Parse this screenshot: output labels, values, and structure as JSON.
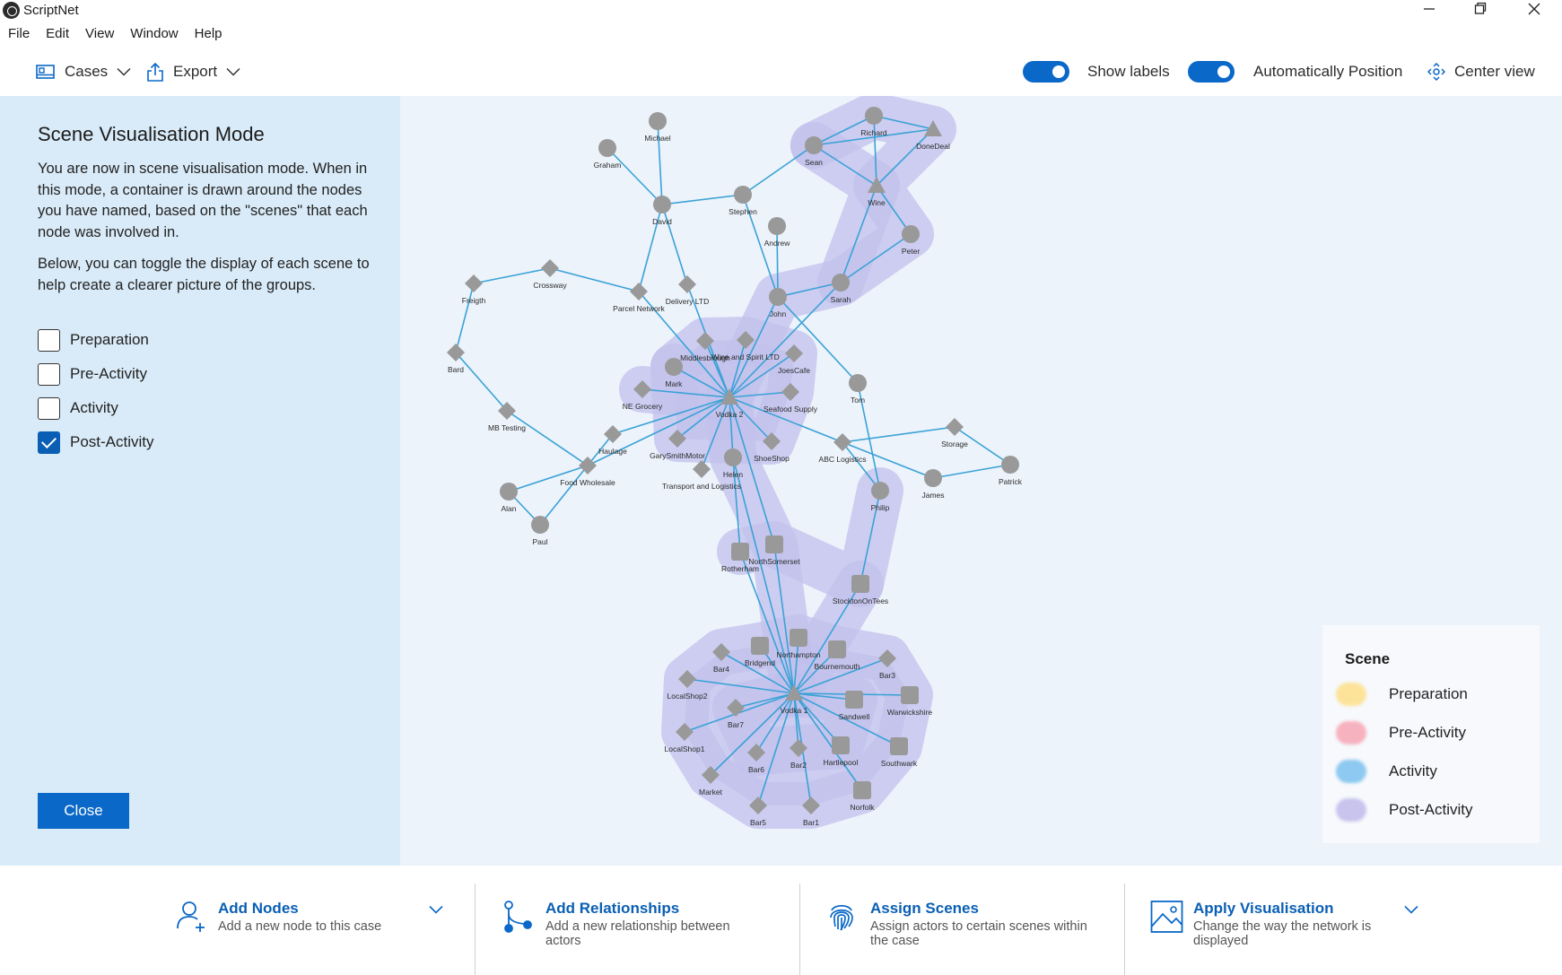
{
  "window": {
    "title": "ScriptNet",
    "controls": [
      "minimize",
      "restore",
      "close"
    ]
  },
  "menu": [
    "File",
    "Edit",
    "View",
    "Window",
    "Help"
  ],
  "toolbar": {
    "cases_label": "Cases",
    "export_label": "Export",
    "show_labels": {
      "label": "Show labels",
      "on": true
    },
    "auto_position": {
      "label": "Automatically Position",
      "on": true
    },
    "center_view_label": "Center view"
  },
  "panel": {
    "title": "Scene Visualisation Mode",
    "paragraph1": "You are now in scene visualisation mode. When in this mode, a container is drawn around the nodes you have named, based on the \"scenes\" that each node was involved in.",
    "paragraph2": "Below, you can toggle the display of each scene to help create a clearer picture of the groups.",
    "scenes": [
      {
        "label": "Preparation",
        "checked": false
      },
      {
        "label": "Pre-Activity",
        "checked": false
      },
      {
        "label": "Activity",
        "checked": false
      },
      {
        "label": "Post-Activity",
        "checked": true
      }
    ],
    "close_label": "Close"
  },
  "legend": {
    "title": "Scene",
    "items": [
      {
        "label": "Preparation",
        "color": "#fde39a"
      },
      {
        "label": "Pre-Activity",
        "color": "#f7b2bf"
      },
      {
        "label": "Activity",
        "color": "#8dc9f0"
      },
      {
        "label": "Post-Activity",
        "color": "#c8c4ee"
      }
    ]
  },
  "graph": {
    "colors": {
      "node": "#999999",
      "edge": "#3aa2d6",
      "label": "#2b2b2b",
      "hull": "#b9b8ea"
    },
    "nodes": [
      {
        "id": "Michael",
        "label": "Michael",
        "shape": "circle"
      },
      {
        "id": "Graham",
        "label": "Graham",
        "shape": "circle"
      },
      {
        "id": "David",
        "label": "David",
        "shape": "circle"
      },
      {
        "id": "Stephen",
        "label": "Stephen",
        "shape": "circle"
      },
      {
        "id": "Andrew",
        "label": "Andrew",
        "shape": "circle"
      },
      {
        "id": "Richard",
        "label": "Richard",
        "shape": "circle"
      },
      {
        "id": "DoneDeal",
        "label": "DoneDeal",
        "shape": "triangle"
      },
      {
        "id": "Sean",
        "label": "Sean",
        "shape": "circle"
      },
      {
        "id": "Wine",
        "label": "Wine",
        "shape": "triangle"
      },
      {
        "id": "Peter",
        "label": "Peter",
        "shape": "circle"
      },
      {
        "id": "Sarah",
        "label": "Sarah",
        "shape": "circle"
      },
      {
        "id": "John",
        "label": "John",
        "shape": "circle"
      },
      {
        "id": "Freigth",
        "label": "Freigth",
        "shape": "diamond"
      },
      {
        "id": "Crossway",
        "label": "Crossway",
        "shape": "diamond"
      },
      {
        "id": "ParcelNetwork",
        "label": "Parcel Network",
        "shape": "diamond"
      },
      {
        "id": "DeliveryLTD",
        "label": "Delivery LTD",
        "shape": "diamond"
      },
      {
        "id": "Middlesbrough",
        "label": "Middlesbrough",
        "shape": "diamond"
      },
      {
        "id": "WineSpirit",
        "label": "Wine and Spirit LTD",
        "shape": "diamond"
      },
      {
        "id": "JoesCafe",
        "label": "JoesCafe",
        "shape": "diamond"
      },
      {
        "id": "Mark",
        "label": "Mark",
        "shape": "circle"
      },
      {
        "id": "Bard",
        "label": "Bard",
        "shape": "diamond"
      },
      {
        "id": "NEGrocery",
        "label": "NE Grocery",
        "shape": "diamond"
      },
      {
        "id": "Vodka2",
        "label": "Vodka 2",
        "shape": "triangle"
      },
      {
        "id": "SeafoodSupply",
        "label": "Seafood Supply",
        "shape": "diamond"
      },
      {
        "id": "Tom",
        "label": "Tom",
        "shape": "circle"
      },
      {
        "id": "MBTesting",
        "label": "MB Testing",
        "shape": "diamond"
      },
      {
        "id": "Haulage",
        "label": "Haulage",
        "shape": "diamond"
      },
      {
        "id": "GarySmithMotor",
        "label": "GarySmithMotor",
        "shape": "diamond"
      },
      {
        "id": "ShoeShop",
        "label": "ShoeShop",
        "shape": "diamond"
      },
      {
        "id": "ABCLogistics",
        "label": "ABC Logistics",
        "shape": "diamond"
      },
      {
        "id": "Storage",
        "label": "Storage",
        "shape": "diamond"
      },
      {
        "id": "Helen",
        "label": "Helen",
        "shape": "circle"
      },
      {
        "id": "FoodWholesale",
        "label": "Food Wholesale",
        "shape": "diamond"
      },
      {
        "id": "TransportLogistics",
        "label": "Transport and Logistics",
        "shape": "diamond"
      },
      {
        "id": "James",
        "label": "James",
        "shape": "circle"
      },
      {
        "id": "Patrick",
        "label": "Patrick",
        "shape": "circle"
      },
      {
        "id": "Philip",
        "label": "Philip",
        "shape": "circle"
      },
      {
        "id": "Alan",
        "label": "Alan",
        "shape": "circle"
      },
      {
        "id": "Paul",
        "label": "Paul",
        "shape": "circle"
      },
      {
        "id": "Rotherham",
        "label": "Rotherham",
        "shape": "square"
      },
      {
        "id": "NorthSomerset",
        "label": "NorthSomerset",
        "shape": "square"
      },
      {
        "id": "StocktonOnTees",
        "label": "StocktonOnTees",
        "shape": "square"
      },
      {
        "id": "Bar4",
        "label": "Bar4",
        "shape": "diamond"
      },
      {
        "id": "Bridgend",
        "label": "Bridgend",
        "shape": "square"
      },
      {
        "id": "Northampton",
        "label": "Northampton",
        "shape": "square"
      },
      {
        "id": "Bournemouth",
        "label": "Bournemouth",
        "shape": "square"
      },
      {
        "id": "Bar3",
        "label": "Bar3",
        "shape": "diamond"
      },
      {
        "id": "LocalShop2",
        "label": "LocalShop2",
        "shape": "diamond"
      },
      {
        "id": "Vodka1",
        "label": "Vodka 1",
        "shape": "triangle"
      },
      {
        "id": "Sandwell",
        "label": "Sandwell",
        "shape": "square"
      },
      {
        "id": "Warwickshire",
        "label": "Warwickshire",
        "shape": "square"
      },
      {
        "id": "Bar7",
        "label": "Bar7",
        "shape": "diamond"
      },
      {
        "id": "LocalShop1",
        "label": "LocalShop1",
        "shape": "diamond"
      },
      {
        "id": "Bar6",
        "label": "Bar6",
        "shape": "diamond"
      },
      {
        "id": "Bar2",
        "label": "Bar2",
        "shape": "diamond"
      },
      {
        "id": "Hartlepool",
        "label": "Hartlepool",
        "shape": "square"
      },
      {
        "id": "Southwark",
        "label": "Southwark",
        "shape": "square"
      },
      {
        "id": "Market",
        "label": "Market",
        "shape": "diamond"
      },
      {
        "id": "Norfolk",
        "label": "Norfolk",
        "shape": "square"
      },
      {
        "id": "Bar5",
        "label": "Bar5",
        "shape": "diamond"
      },
      {
        "id": "Bar1",
        "label": "Bar1",
        "shape": "diamond"
      }
    ],
    "edges": [
      [
        "Michael",
        "David"
      ],
      [
        "Graham",
        "David"
      ],
      [
        "David",
        "Stephen"
      ],
      [
        "David",
        "ParcelNetwork"
      ],
      [
        "David",
        "DeliveryLTD"
      ],
      [
        "Stephen",
        "Sean"
      ],
      [
        "Stephen",
        "John"
      ],
      [
        "Andrew",
        "John"
      ],
      [
        "Sean",
        "Richard"
      ],
      [
        "Sean",
        "Wine"
      ],
      [
        "Richard",
        "DoneDeal"
      ],
      [
        "Sean",
        "DoneDeal"
      ],
      [
        "Richard",
        "Wine"
      ],
      [
        "DoneDeal",
        "Wine"
      ],
      [
        "Wine",
        "Peter"
      ],
      [
        "Wine",
        "Sarah"
      ],
      [
        "Peter",
        "Sarah"
      ],
      [
        "Sarah",
        "John"
      ],
      [
        "Sarah",
        "Vodka2"
      ],
      [
        "John",
        "Vodka2"
      ],
      [
        "John",
        "Tom"
      ],
      [
        "Freigth",
        "Crossway"
      ],
      [
        "Crossway",
        "ParcelNetwork"
      ],
      [
        "Freigth",
        "Bard"
      ],
      [
        "Bard",
        "MBTesting"
      ],
      [
        "MBTesting",
        "FoodWholesale"
      ],
      [
        "ParcelNetwork",
        "Vodka2"
      ],
      [
        "DeliveryLTD",
        "Vodka2"
      ],
      [
        "Middlesbrough",
        "Vodka2"
      ],
      [
        "WineSpirit",
        "Vodka2"
      ],
      [
        "JoesCafe",
        "Vodka2"
      ],
      [
        "Mark",
        "Vodka2"
      ],
      [
        "NEGrocery",
        "Vodka2"
      ],
      [
        "SeafoodSupply",
        "Vodka2"
      ],
      [
        "Haulage",
        "Vodka2"
      ],
      [
        "GarySmithMotor",
        "Vodka2"
      ],
      [
        "ShoeShop",
        "Vodka2"
      ],
      [
        "ABCLogistics",
        "Vodka2"
      ],
      [
        "TransportLogistics",
        "Vodka2"
      ],
      [
        "Helen",
        "Vodka2"
      ],
      [
        "FoodWholesale",
        "Vodka2"
      ],
      [
        "Tom",
        "Philip"
      ],
      [
        "ABCLogistics",
        "Storage"
      ],
      [
        "ABCLogistics",
        "James"
      ],
      [
        "ABCLogistics",
        "Philip"
      ],
      [
        "Storage",
        "Patrick"
      ],
      [
        "James",
        "Patrick"
      ],
      [
        "Haulage",
        "FoodWholesale"
      ],
      [
        "FoodWholesale",
        "Alan"
      ],
      [
        "FoodWholesale",
        "Paul"
      ],
      [
        "Alan",
        "Paul"
      ],
      [
        "Helen",
        "Rotherham"
      ],
      [
        "Helen",
        "Vodka1"
      ],
      [
        "Vodka2",
        "NorthSomerset"
      ],
      [
        "NorthSomerset",
        "Vodka1"
      ],
      [
        "Rotherham",
        "Vodka1"
      ],
      [
        "Philip",
        "StocktonOnTees"
      ],
      [
        "StocktonOnTees",
        "Vodka1"
      ],
      [
        "Bar4",
        "Vodka1"
      ],
      [
        "Bridgend",
        "Vodka1"
      ],
      [
        "Northampton",
        "Vodka1"
      ],
      [
        "Bournemouth",
        "Vodka1"
      ],
      [
        "Bar3",
        "Vodka1"
      ],
      [
        "LocalShop2",
        "Vodka1"
      ],
      [
        "Sandwell",
        "Vodka1"
      ],
      [
        "Warwickshire",
        "Vodka1"
      ],
      [
        "Bar7",
        "Vodka1"
      ],
      [
        "LocalShop1",
        "Vodka1"
      ],
      [
        "Bar6",
        "Vodka1"
      ],
      [
        "Bar2",
        "Vodka1"
      ],
      [
        "Hartlepool",
        "Vodka1"
      ],
      [
        "Southwark",
        "Vodka1"
      ],
      [
        "Market",
        "Vodka1"
      ],
      [
        "Norfolk",
        "Vodka1"
      ],
      [
        "Bar5",
        "Vodka1"
      ],
      [
        "Bar1",
        "Vodka1"
      ]
    ]
  },
  "actions": [
    {
      "title": "Add Nodes",
      "description": "Add a new node to this case",
      "icon": "add-person-icon",
      "has_dropdown": true
    },
    {
      "title": "Add Relationships",
      "description": "Add a new relationship between actors",
      "icon": "branch-icon",
      "has_dropdown": false
    },
    {
      "title": "Assign Scenes",
      "description": "Assign actors to certain scenes within the case",
      "icon": "fingerprint-icon",
      "has_dropdown": false
    },
    {
      "title": "Apply Visualisation",
      "description": "Change the way the network is displayed",
      "icon": "image-icon",
      "has_dropdown": true
    }
  ]
}
